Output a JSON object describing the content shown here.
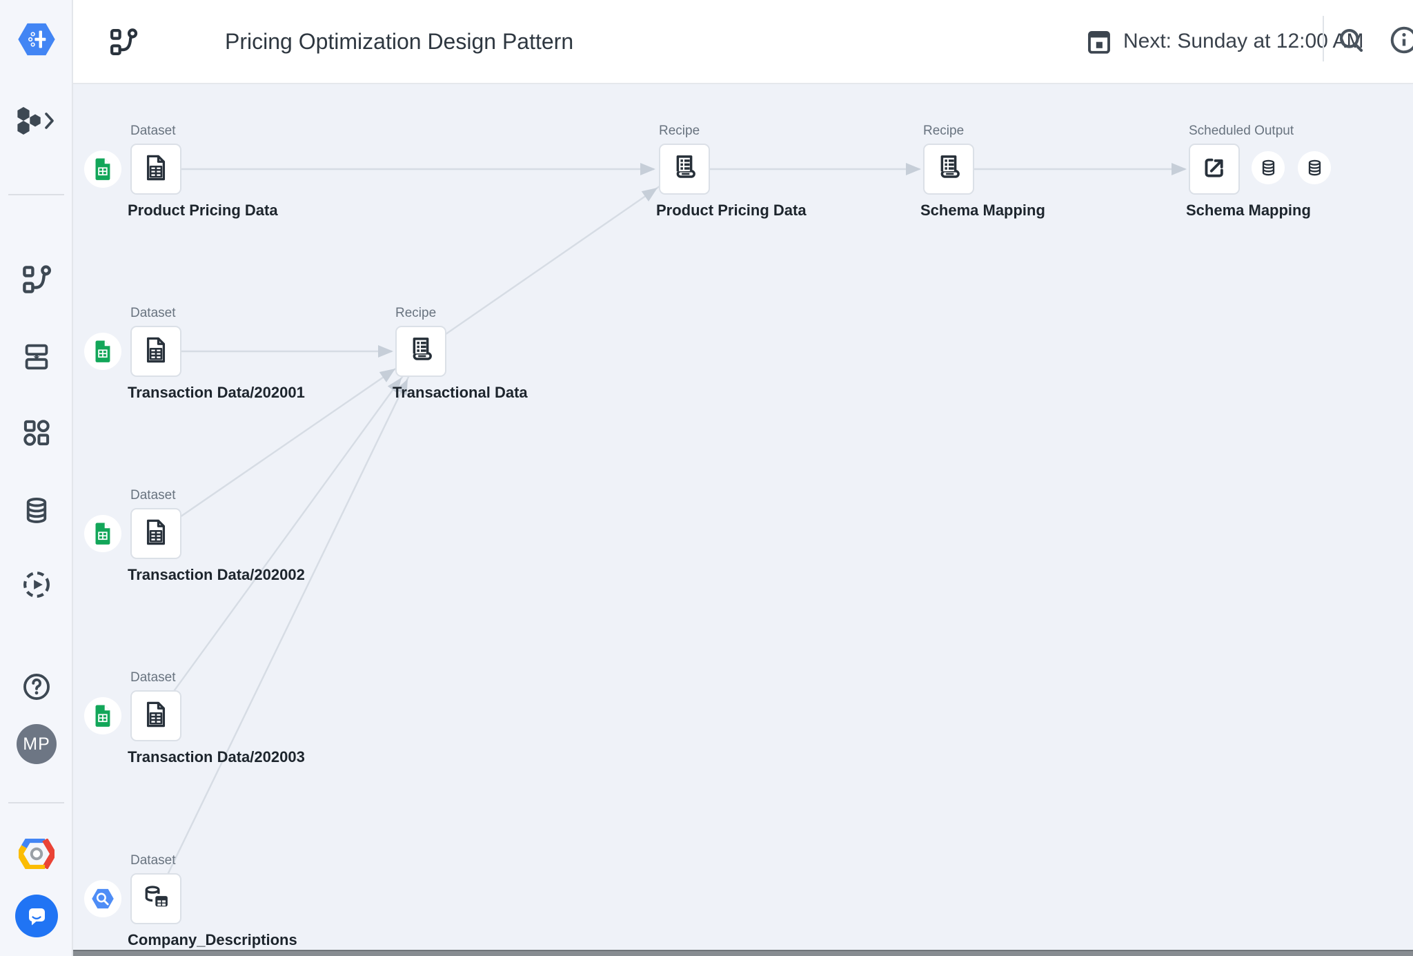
{
  "header": {
    "title": "Pricing Optimization Design Pattern",
    "schedule_next": "Next: Sunday at 12:00 AM"
  },
  "sidebar": {
    "avatar_initials": "MP",
    "items": [
      {
        "icon": "dataprep-logo"
      },
      {
        "icon": "hexagon-expander"
      },
      {
        "icon": "flows"
      },
      {
        "icon": "jobs"
      },
      {
        "icon": "library"
      },
      {
        "icon": "connections"
      },
      {
        "icon": "run-history"
      },
      {
        "icon": "help"
      },
      {
        "icon": "avatar"
      },
      {
        "icon": "google-cloud-logo"
      },
      {
        "icon": "chat"
      }
    ]
  },
  "flow": {
    "nodes": [
      {
        "type": "Dataset",
        "name": "Product Pricing Data",
        "badge": "google-sheets"
      },
      {
        "type": "Dataset",
        "name": "Transaction Data/202001",
        "badge": "google-sheets"
      },
      {
        "type": "Dataset",
        "name": "Transaction Data/202002",
        "badge": "google-sheets"
      },
      {
        "type": "Dataset",
        "name": "Transaction Data/202003",
        "badge": "google-sheets"
      },
      {
        "type": "Dataset",
        "name": "Company_Descriptions",
        "badge": "bigquery"
      },
      {
        "type": "Recipe",
        "name": "Transactional Data"
      },
      {
        "type": "Recipe",
        "name": "Product Pricing Data"
      },
      {
        "type": "Recipe",
        "name": "Schema Mapping"
      },
      {
        "type": "Scheduled Output",
        "name": "Schema Mapping",
        "targets": [
          "database",
          "database"
        ]
      }
    ],
    "edges": [
      {
        "from": "Product Pricing Data (dataset)",
        "to": "Product Pricing Data (recipe)"
      },
      {
        "from": "Transaction Data/202001",
        "to": "Transactional Data"
      },
      {
        "from": "Transaction Data/202002",
        "to": "Transactional Data"
      },
      {
        "from": "Transaction Data/202003",
        "to": "Transactional Data"
      },
      {
        "from": "Company_Descriptions",
        "to": "Transactional Data"
      },
      {
        "from": "Transactional Data",
        "to": "Product Pricing Data (recipe)"
      },
      {
        "from": "Product Pricing Data (recipe)",
        "to": "Schema Mapping (recipe)"
      },
      {
        "from": "Schema Mapping (recipe)",
        "to": "Schema Mapping (scheduled output)"
      }
    ]
  },
  "colors": {
    "sheets_green": "#12a659",
    "bigquery_blue": "#4e8df6",
    "logo_blue": "#4285f4",
    "gcp_red": "#ea4335",
    "gcp_yellow": "#fbbc05",
    "chat_blue": "#2074f4",
    "avatar_gray": "#6d7684",
    "edge_gray": "#d6dce4",
    "canvas_bg": "#eff2f8",
    "icon_dark": "#28313b"
  }
}
